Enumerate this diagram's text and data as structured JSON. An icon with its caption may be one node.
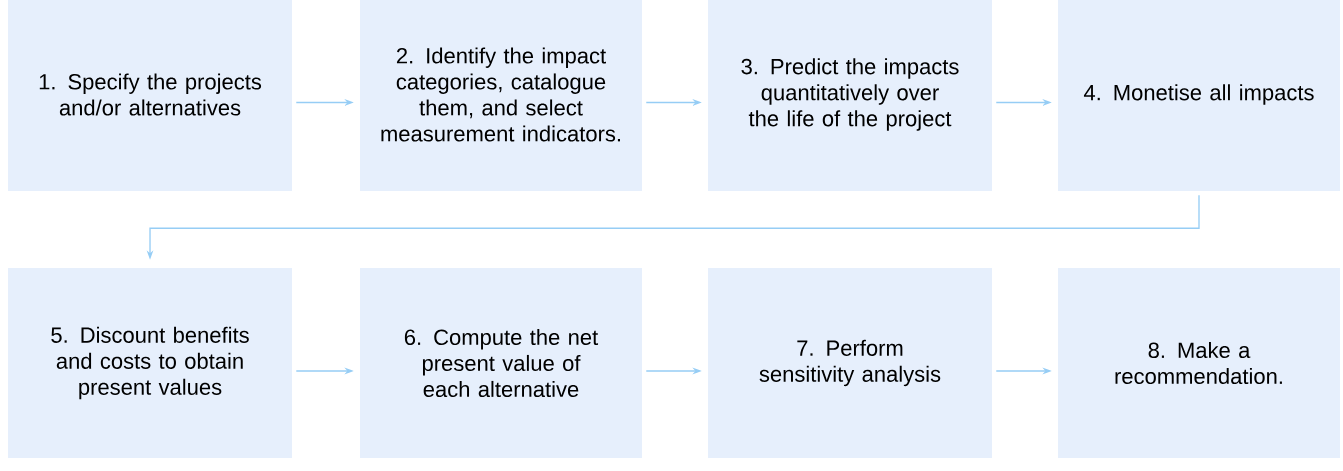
{
  "diagram": {
    "nodes": [
      {
        "text": [
          "1. Specify the projects and/or alternatives"
        ]
      },
      {
        "text": [
          "2. Identify the impact categories, catalogue them, and select measurement indicators."
        ]
      },
      {
        "text": [
          "3. Predict the impacts quantitatively over the life of the project"
        ]
      },
      {
        "text": [
          "4. Monetise all impacts"
        ]
      },
      {
        "text": [
          "5. Discount benefits and costs to obtain present values"
        ]
      },
      {
        "text": [
          "6. Compute the net present value of each alternative"
        ]
      },
      {
        "text": [
          "7. Perform sensitivity analysis"
        ]
      },
      {
        "text": [
          "8. Make a recommendation."
        ]
      }
    ],
    "edges": [
      {
        "from": 0,
        "to": 1,
        "arrow": "to"
      },
      {
        "from": 1,
        "to": 2,
        "arrow": "to"
      },
      {
        "from": 2,
        "to": 3,
        "arrow": "to"
      },
      {
        "from": 3,
        "to": 4,
        "arrow": "to"
      },
      {
        "from": 4,
        "to": 5,
        "arrow": "to"
      },
      {
        "from": 5,
        "to": 6,
        "arrow": "to"
      },
      {
        "from": 6,
        "to": 7,
        "arrow": "to"
      }
    ]
  }
}
